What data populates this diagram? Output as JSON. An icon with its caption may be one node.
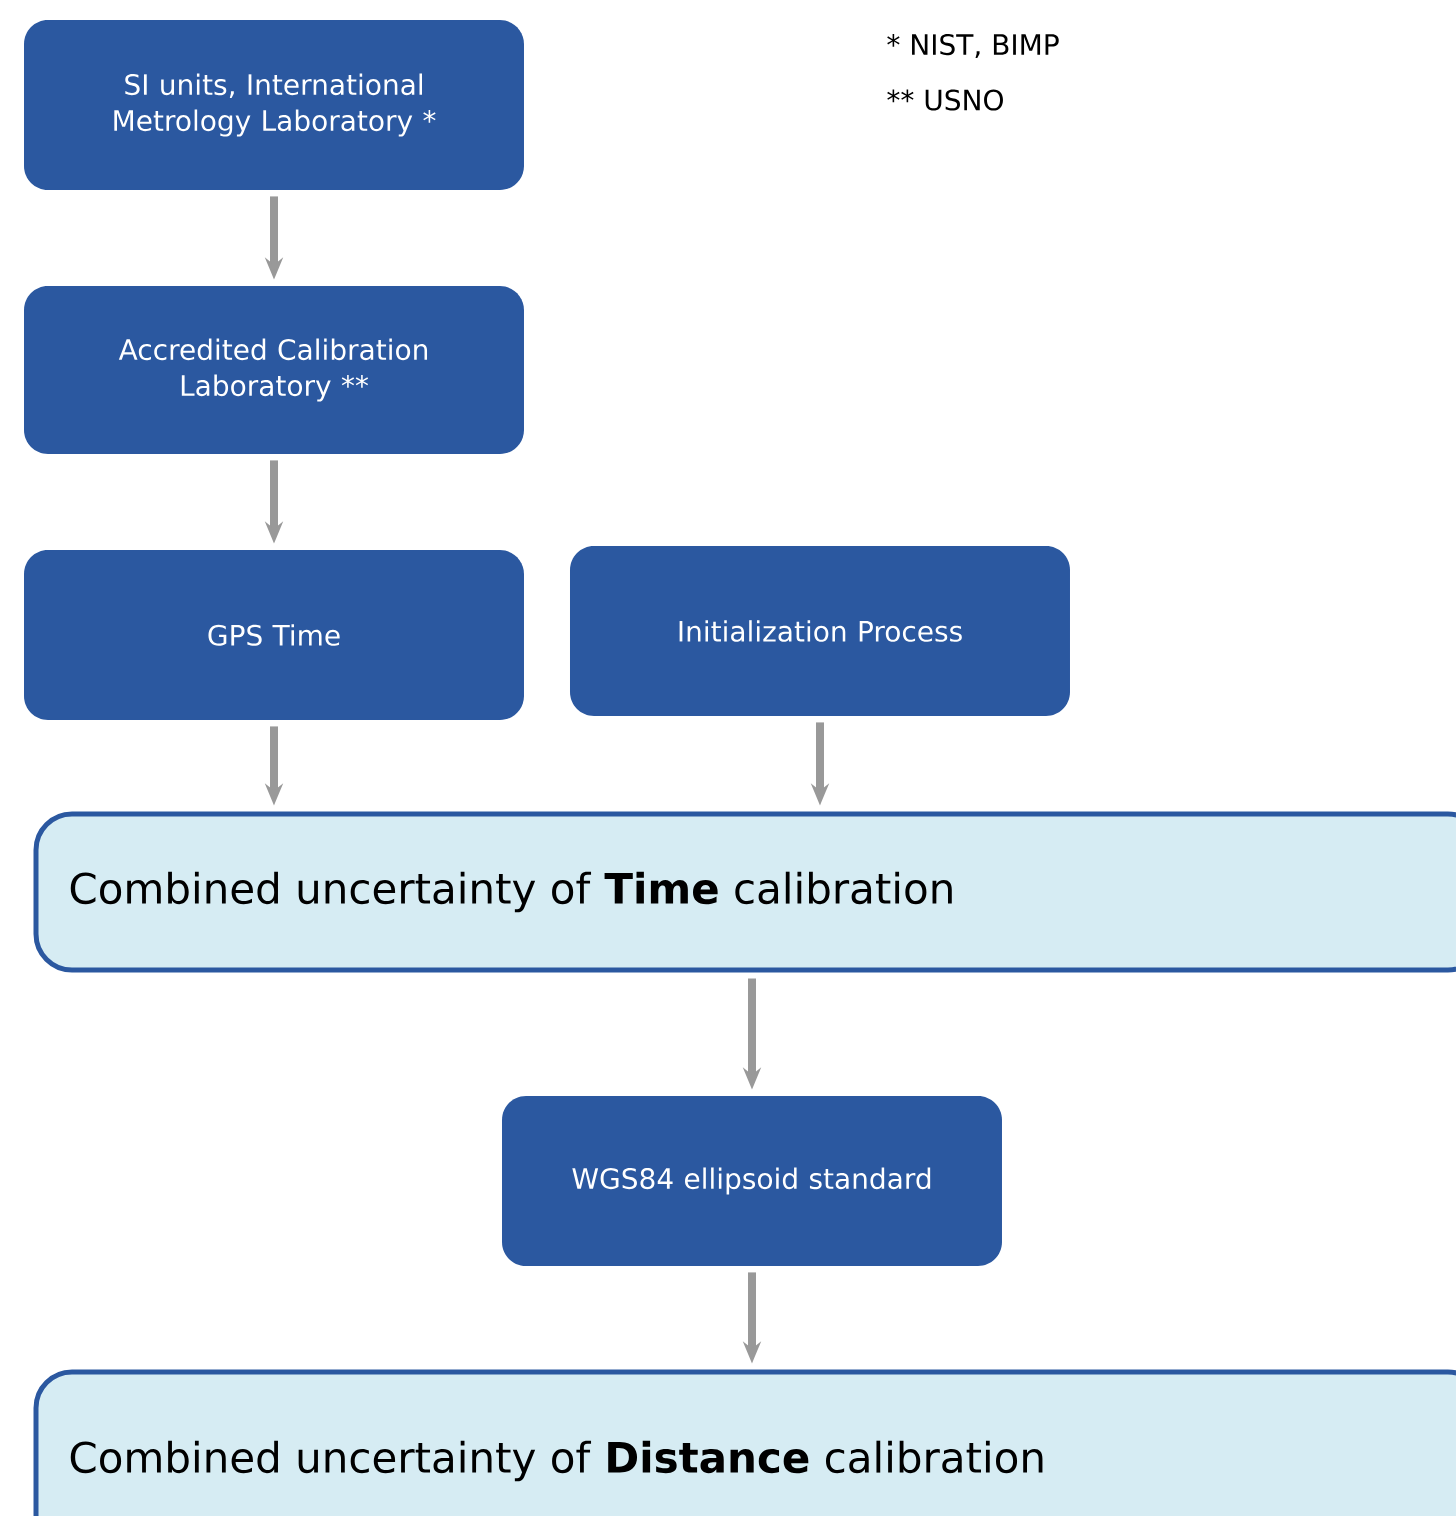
{
  "diagram": {
    "nodes": [
      {
        "text": [
          "SI units, International Metrology Laboratory *"
        ]
      },
      {
        "text": [
          "Accredited Calibration Laboratory **"
        ]
      },
      {
        "text": [
          "GPS Time"
        ]
      },
      {
        "text": [
          "Initialization Process"
        ]
      },
      {
        "text": [
          "Combined uncertainty of **Time** calibration"
        ]
      },
      {
        "text": [
          "WGS84 ellipsoid standard"
        ]
      },
      {
        "text": [
          "Combined uncertainty of **Distance** calibration"
        ]
      }
    ],
    "edges": [
      {
        "from": 0,
        "to": 1,
        "arrow": "to"
      },
      {
        "from": 1,
        "to": 2,
        "arrow": "to"
      },
      {
        "from": 2,
        "to": 4,
        "arrow": "to"
      },
      {
        "from": 3,
        "to": 4,
        "arrow": "to"
      },
      {
        "from": 4,
        "to": 5,
        "arrow": "to"
      },
      {
        "from": 5,
        "to": 6,
        "arrow": "to"
      }
    ],
    "labels": [
      "* NIST, BIMP",
      "** USNO"
    ]
  }
}
